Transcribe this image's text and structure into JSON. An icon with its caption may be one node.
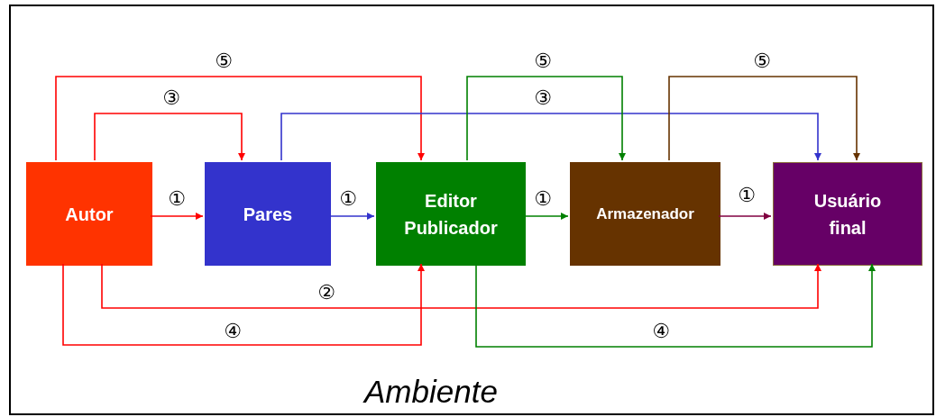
{
  "diagram": {
    "nodes": [
      {
        "text": [
          "Ambiente"
        ]
      },
      {
        "text": [
          "Autor"
        ],
        "in": 0
      },
      {
        "text": [
          "Pares"
        ],
        "in": 0
      },
      {
        "text": [
          "Editor Publicador"
        ],
        "in": 0
      },
      {
        "text": [
          "Armazenador"
        ],
        "in": 0
      },
      {
        "text": [
          "Usuário final"
        ],
        "in": 0
      }
    ],
    "edges": [
      {
        "from": 1,
        "to": 2,
        "arrow": "to",
        "label": "①"
      },
      {
        "from": 2,
        "to": 3,
        "arrow": "to",
        "label": "①",
        "color": "#3333cc"
      },
      {
        "from": 3,
        "to": 4,
        "arrow": "to",
        "label": "①",
        "color": "#008000"
      },
      {
        "from": 4,
        "to": 5,
        "arrow": "to",
        "label": "①",
        "color": "#800040"
      },
      {
        "from": 1,
        "to": 3,
        "arrow": "to",
        "label": "⑤"
      },
      {
        "from": 1,
        "to": 2,
        "arrow": "to",
        "label": "③"
      },
      {
        "from": 2,
        "to": 5,
        "arrow": "to",
        "label": "③",
        "color": "#3333cc"
      },
      {
        "from": 3,
        "to": 4,
        "arrow": "to",
        "label": "⑤",
        "color": "#008000"
      },
      {
        "from": 4,
        "to": 5,
        "arrow": "to",
        "label": "⑤",
        "color": "#663300"
      },
      {
        "from": 1,
        "to": 5,
        "arrow": "to",
        "label": "②"
      },
      {
        "from": 1,
        "to": 3,
        "arrow": "to",
        "label": "④"
      },
      {
        "from": 3,
        "to": 5,
        "arrow": "to",
        "label": "④",
        "color": "#008000"
      }
    ]
  }
}
